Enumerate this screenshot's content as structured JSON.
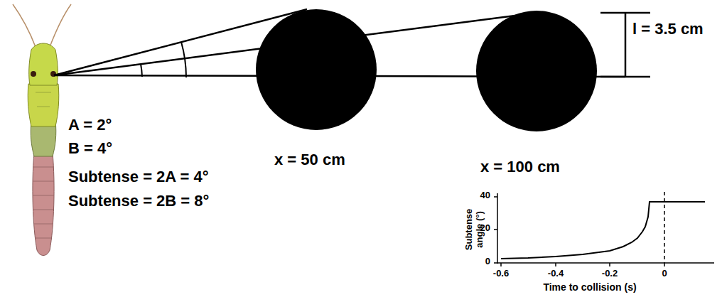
{
  "diagram": {
    "labels": [
      "A = 2°",
      "B = 4°",
      "Subtense = 2A = 4°",
      "Subtense = 2B = 8°",
      "x = 50 cm",
      "x = 100 cm",
      "l = 3.5 cm",
      "40",
      "20",
      "0",
      "Subtense angle (°)",
      "-0.6",
      "-0.4",
      "-0.2",
      "0",
      "Time to collision (s)"
    ]
  }
}
